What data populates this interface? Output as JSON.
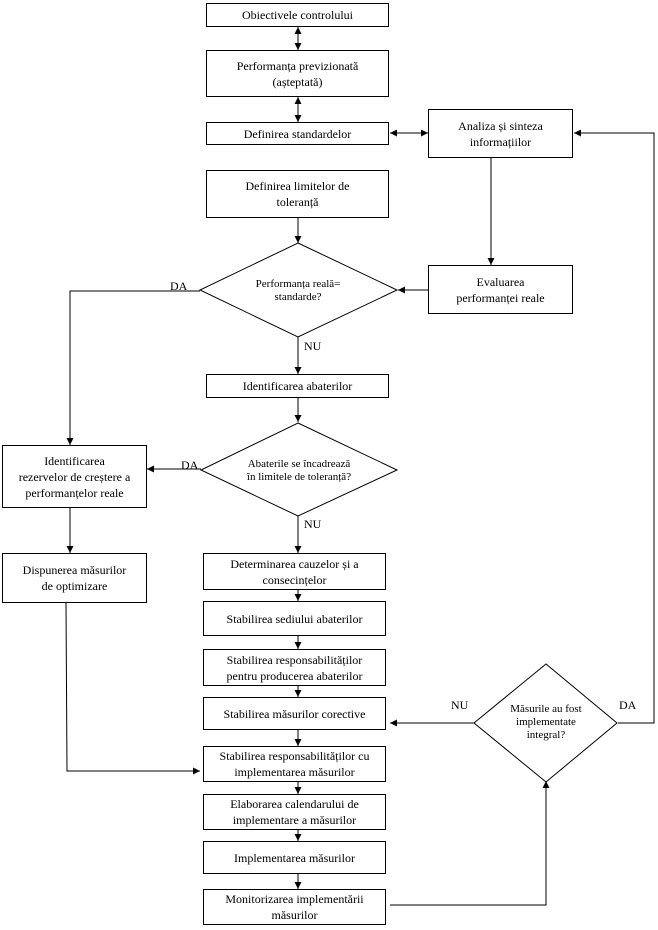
{
  "boxes": {
    "objective": "Obiectivele controlului",
    "expected_performance": "Performanța previzionată\n(așteptată)",
    "define_standards": "Definirea standardelor",
    "analysis": "Analiza și sinteza\ninformațiilor",
    "tolerance_limits": "Definirea limitelor de\ntoleranță",
    "evaluate_performance": "Evaluarea\nperformanței reale",
    "identify_deviations": "Identificarea abaterilor",
    "identify_reserves": "Identificarea\nrezervelor de creștere a\nperformanțelor reale",
    "optimization_measures": "Dispunerea măsurilor\nde optimizare",
    "causes": "Determinarea cauzelor și a\nconsecințelor",
    "deviation_seat": "Stabilirea sediului abaterilor",
    "responsibility_deviations": "Stabilirea responsabilităților\npentru producerea abaterilor",
    "corrective_measures": "Stabilirea măsurilor corective",
    "responsibility_implementation": "Stabilirea responsabilităților cu\nimplementarea măsurilor",
    "calendar": "Elaborarea calendarului de\nimplementare a măsurilor",
    "implementation": "Implementarea măsurilor",
    "monitoring": "Monitorizarea implementării\nmăsurilor"
  },
  "decisions": {
    "real_vs_standard": "Performanța reală=\nstandarde?",
    "within_tolerance": "Abaterile se încadrează\nîn limitele de toleranță?",
    "fully_implemented": "Măsurile au fost\nimplementate\nintegral?"
  },
  "labels": {
    "da1": "DA",
    "nu1": "NU",
    "da2": "DA",
    "nu2": "NU",
    "nu3": "NU",
    "da3": "DA"
  }
}
